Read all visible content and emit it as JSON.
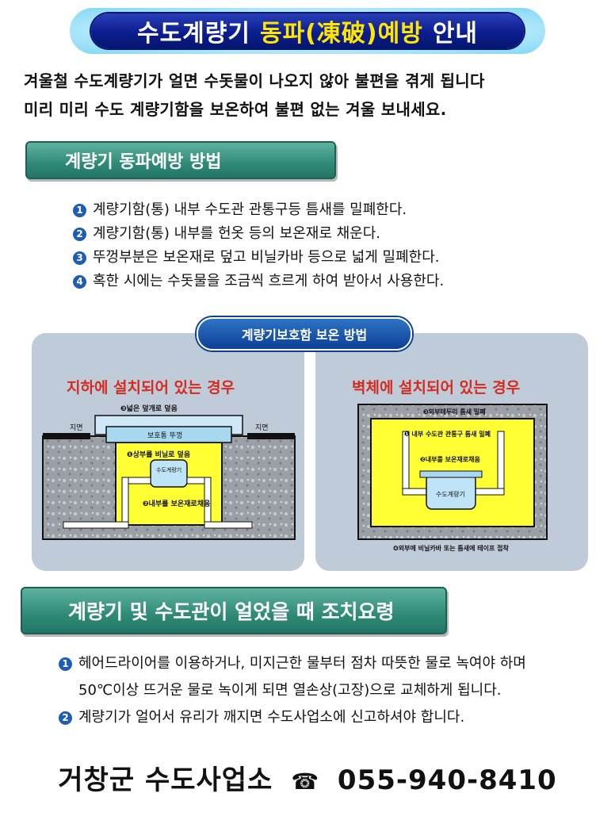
{
  "title": {
    "part1": "수도계량기",
    "highlight": "동파(凍破)예방",
    "part3": "안내"
  },
  "intro": {
    "line1": "겨울철 수도계량기가 얼면 수돗물이 나오지 않아 불편을 겪게 됩니다",
    "line2": "미리 미리 수도 계량기함을 보온하여 불편 없는 겨울 보내세요."
  },
  "prevention": {
    "header": "계량기 동파예방 방법",
    "steps": [
      {
        "num": "1",
        "text": "계량기함(통) 내부 수도관 관통구등 틈새를 밀폐한다."
      },
      {
        "num": "2",
        "text": "계량기함(통) 내부를 헌옷 등의 보온재로 채운다."
      },
      {
        "num": "3",
        "text": "뚜껑부분은 보온재로 덮고 비닐카바 등으로 넓게 밀폐한다."
      },
      {
        "num": "4",
        "text": "혹한 시에는 수돗물을 조금씩 흐르게 하여 받아서 사용한다."
      }
    ]
  },
  "insulation": {
    "pill": "계량기보호함 보온 방법",
    "underground": {
      "title": "지하에 설치되어 있는 경우",
      "label_cover_wide": "❸넓은 덮개로 덮음",
      "label_ground_left": "지면",
      "label_ground_right": "지면",
      "label_lid": "보호통 뚜껑",
      "label_top_vinyl": "❶상부를 비닐로 덮음",
      "label_meter": "수도계량기",
      "label_fill": "❷내부를 보온재로채움"
    },
    "wall": {
      "title": "벽체에 설치되어 있는 경우",
      "label_outer_gap": "❸외부테두리 틈새 밀폐",
      "label_inner_seal": "❶ 내부 수도관 관통구 틈새 밀폐",
      "label_fill": "❷내부를 보온재로채움",
      "label_meter": "수도계량기",
      "label_tape": "❹외부에 비닐카바 또는 틈새에 테이프 접착"
    }
  },
  "frozen": {
    "header": "계량기 및 수도관이 얼었을 때 조치요령",
    "items": [
      {
        "num": "1",
        "line1": "헤어드라이어를 이용하거나, 미지근한 물부터 점차 따뜻한 물로 녹여야 하며",
        "line2": "50℃이상 뜨거운 물로 녹이게 되면 열손상(고장)으로 교체하게 됩니다."
      },
      {
        "num": "2",
        "line1": "계량기가 얼어서 유리가 깨지면 수도사업소에 신고하셔야 합니다."
      }
    ]
  },
  "footer": {
    "org": "거창군 수도사업소",
    "phone_icon": "☎",
    "phone": "055-940-8410"
  },
  "colors": {
    "title_blue": "#0b1d8f",
    "title_yellow": "#ffe600",
    "teal": "#2f8a75",
    "red_title": "#d62b1e",
    "yellow_fill": "#ffff33",
    "number_blue": "#1f5cb5"
  }
}
